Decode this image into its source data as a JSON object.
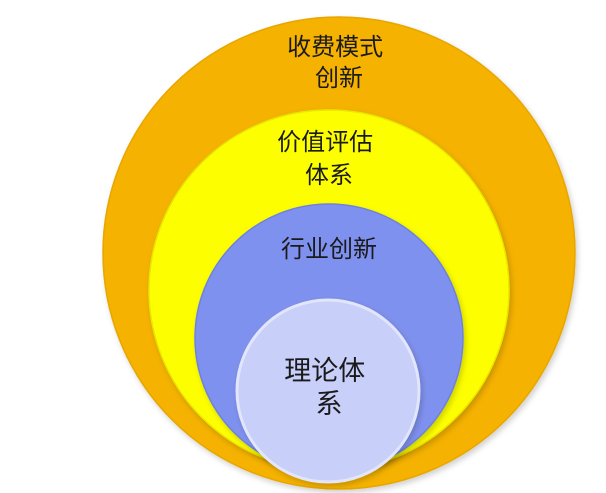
{
  "diagram": {
    "layers": [
      {
        "id": "fee-model-innovation",
        "lines": [
          "收费模式",
          "创新"
        ],
        "fill": "#F5B200",
        "stroke": "#E7A600"
      },
      {
        "id": "value-evaluation-system",
        "lines": [
          "价值评估",
          "体系"
        ],
        "fill": "#FDFF00",
        "stroke": "#E8E800"
      },
      {
        "id": "industry-innovation",
        "lines": [
          "行业创新"
        ],
        "fill": "#7F91EE",
        "stroke": "#6E80E0"
      },
      {
        "id": "theory-system",
        "lines": [
          "理论体",
          "系"
        ],
        "fill": "#C8CFF9",
        "stroke": "#E2E6FB"
      }
    ]
  }
}
